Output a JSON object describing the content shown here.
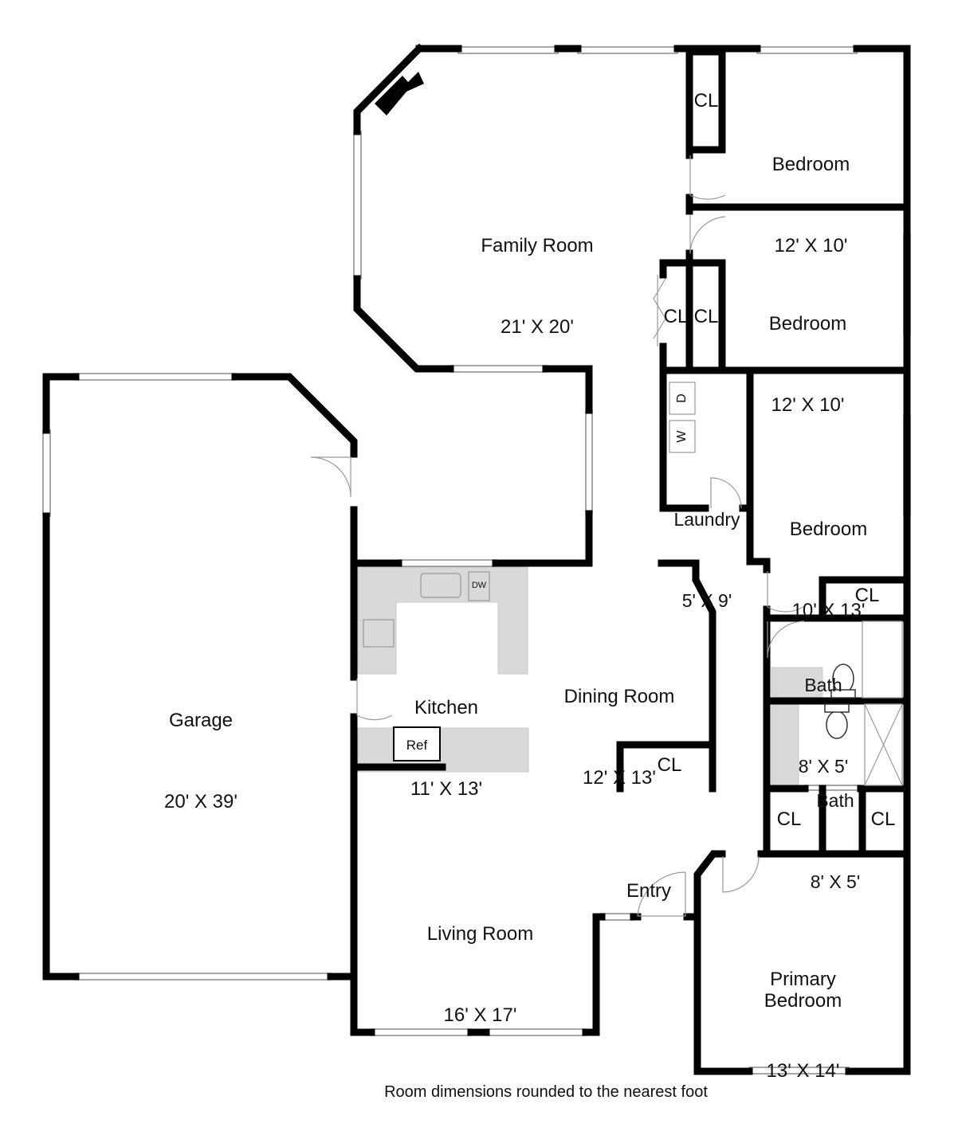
{
  "rooms": {
    "family": {
      "name": "Family Room",
      "dims": "21' X 20'"
    },
    "bed1": {
      "name": "Bedroom",
      "dims": "12' X 10'"
    },
    "bed2": {
      "name": "Bedroom",
      "dims": "12' X 10'"
    },
    "bed3": {
      "name": "Bedroom",
      "dims": "10' X 13'"
    },
    "laundry": {
      "name": "Laundry",
      "dims": "5' X 9'"
    },
    "garage": {
      "name": "Garage",
      "dims": "20' X 39'"
    },
    "kitchen": {
      "name": "Kitchen",
      "dims": "11' X 13'"
    },
    "dining": {
      "name": "Dining Room",
      "dims": "12' X 13'"
    },
    "bath1": {
      "name": "Bath",
      "dims": "8' X 5'"
    },
    "bath2": {
      "name": "Bath",
      "dims": "8' X 5'"
    },
    "living": {
      "name": "Living Room",
      "dims": "16' X 17'"
    },
    "entry": {
      "name": "Entry"
    },
    "primary": {
      "name": "Primary\nBedroom",
      "dims": "13' X 14'"
    }
  },
  "closets": {
    "label": "CL"
  },
  "appliances": {
    "dryer": "D",
    "washer": "W",
    "dishwasher": "DW",
    "refrigerator": "Ref",
    "fireplace": "FP"
  },
  "footnote": "Room dimensions rounded to the nearest foot"
}
